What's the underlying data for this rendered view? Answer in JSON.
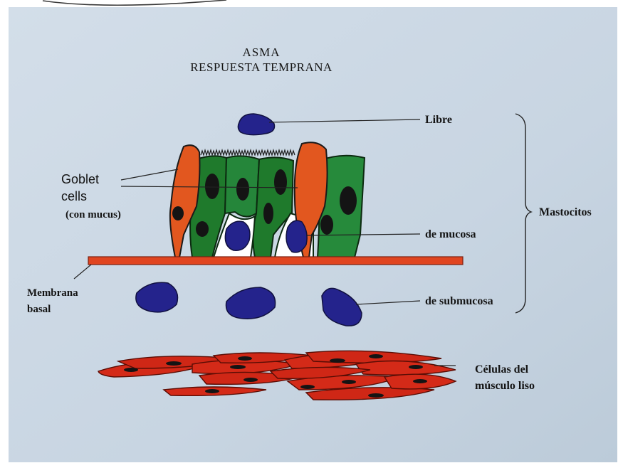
{
  "title": {
    "line1": "ASMA",
    "line2": "RESPUESTA TEMPRANA"
  },
  "labels": {
    "libre": "Libre",
    "mastocitos": "Mastocitos",
    "de_mucosa": "de mucosa",
    "de_submucosa": "de submucosa",
    "goblet_line1": "Goblet",
    "goblet_line2": "cells",
    "goblet_line3": "(con mucus)",
    "membrana_line1": "Membrana",
    "membrana_line2": "basal",
    "celulas_line1": "Células del",
    "celulas_line2": "músculo liso"
  },
  "colors": {
    "poster_background": "#c9d6e3",
    "epithelial_cell": "#1f7a2c",
    "goblet_cell": "#e2571f",
    "mast_cell": "#24238c",
    "basal_membrane": "#e04520",
    "smooth_muscle": "#d42a18",
    "nucleus": "#141414"
  }
}
